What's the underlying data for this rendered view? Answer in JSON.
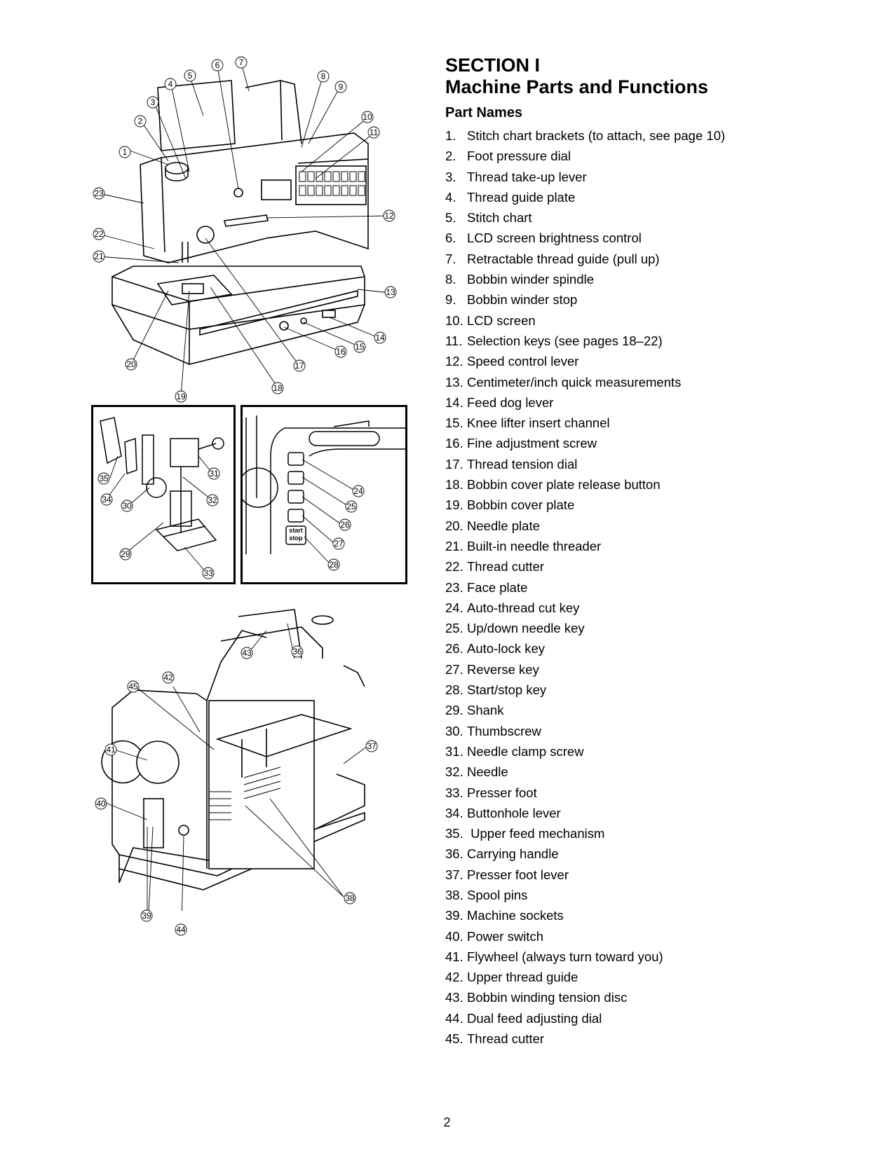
{
  "section": {
    "title": "SECTION I",
    "subtitle": "Machine Parts and Functions",
    "heading": "Part Names"
  },
  "parts": [
    {
      "n": "1.",
      "label": "Stitch chart brackets (to attach, see page 10)"
    },
    {
      "n": "2.",
      "label": "Foot pressure dial"
    },
    {
      "n": "3.",
      "label": "Thread take-up lever"
    },
    {
      "n": "4.",
      "label": "Thread guide plate"
    },
    {
      "n": "5.",
      "label": "Stitch chart"
    },
    {
      "n": "6.",
      "label": "LCD screen brightness control"
    },
    {
      "n": "7.",
      "label": "Retractable thread guide (pull up)"
    },
    {
      "n": "8.",
      "label": "Bobbin winder spindle"
    },
    {
      "n": "9.",
      "label": "Bobbin winder stop"
    },
    {
      "n": "10.",
      "label": "LCD screen"
    },
    {
      "n": "11.",
      "label": "Selection keys (see pages 18–22)"
    },
    {
      "n": "12.",
      "label": "Speed control lever"
    },
    {
      "n": "13.",
      "label": "Centimeter/inch quick measurements"
    },
    {
      "n": "14.",
      "label": "Feed dog lever"
    },
    {
      "n": "15.",
      "label": "Knee lifter insert channel"
    },
    {
      "n": "16.",
      "label": "Fine adjustment screw"
    },
    {
      "n": "17.",
      "label": "Thread tension dial"
    },
    {
      "n": "18.",
      "label": "Bobbin cover plate release button"
    },
    {
      "n": "19.",
      "label": "Bobbin cover plate"
    },
    {
      "n": "20.",
      "label": "Needle plate"
    },
    {
      "n": "21.",
      "label": "Built-in needle threader"
    },
    {
      "n": "22.",
      "label": "Thread cutter"
    },
    {
      "n": "23.",
      "label": "Face plate"
    },
    {
      "n": "24.",
      "label": "Auto-thread cut key"
    },
    {
      "n": "25.",
      "label": "Up/down needle key"
    },
    {
      "n": "26.",
      "label": "Auto-lock key"
    },
    {
      "n": "27.",
      "label": "Reverse key"
    },
    {
      "n": "28.",
      "label": "Start/stop key"
    },
    {
      "n": "29.",
      "label": "Shank"
    },
    {
      "n": "30.",
      "label": "Thumbscrew"
    },
    {
      "n": "31.",
      "label": "Needle clamp screw"
    },
    {
      "n": "32.",
      "label": "Needle"
    },
    {
      "n": "33.",
      "label": "Presser foot"
    },
    {
      "n": "34.",
      "label": "Buttonhole lever"
    },
    {
      "n": "35.",
      "label": " Upper feed mechanism"
    },
    {
      "n": "36.",
      "label": "Carrying handle"
    },
    {
      "n": "37.",
      "label": "Presser foot lever"
    },
    {
      "n": "38.",
      "label": "Spool pins"
    },
    {
      "n": "39.",
      "label": "Machine sockets"
    },
    {
      "n": "40.",
      "label": "Power switch"
    },
    {
      "n": "41.",
      "label": "Flywheel (always turn toward you)"
    },
    {
      "n": "42.",
      "label": "Upper thread guide"
    },
    {
      "n": "43.",
      "label": "Bobbin winding tension disc"
    },
    {
      "n": "44.",
      "label": "Dual feed adjusting dial"
    },
    {
      "n": "45.",
      "label": "Thread cutter"
    }
  ],
  "panel_keys": {
    "start": "start",
    "stop": "stop"
  },
  "page_number": "2"
}
